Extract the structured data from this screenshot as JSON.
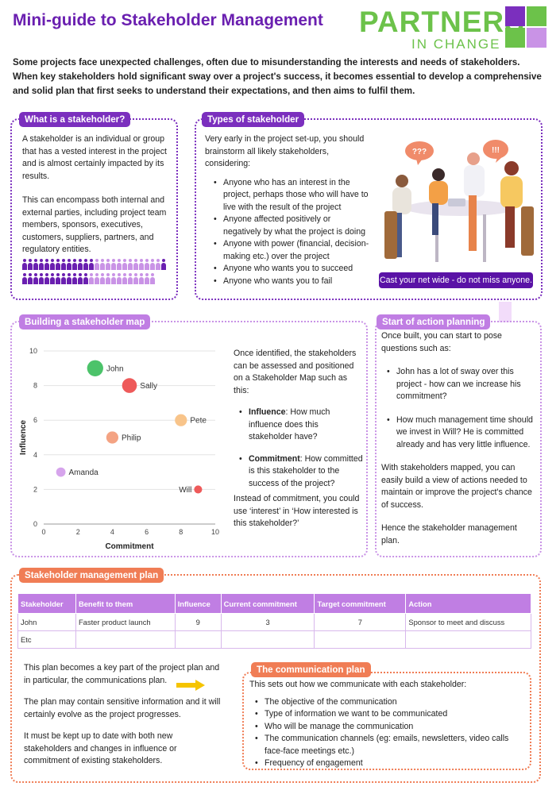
{
  "title": "Mini-guide to Stakeholder Management",
  "logo": {
    "word": "PARTNERS",
    "sub": "IN CHANGE",
    "colors": [
      "#7b2fbe",
      "#6cc24a",
      "#6cc24a",
      "#c993e6"
    ]
  },
  "intro": "Some projects face unexpected challenges, often due to misunderstanding the interests and needs of stakeholders. When key stakeholders hold significant sway over a project's success, it becomes essential to develop a comprehensive and solid plan that first seeks to understand their expectations, and then aims to fulfil them.",
  "what": {
    "tag": "What is a stakeholder?",
    "p1": "A stakeholder is an individual or group that has a vested interest in the project and is almost certainly impacted by its results.",
    "p2": "This can encompass both internal and external parties, including project team members, sponsors, executives, customers, suppliers, partners, and regulatory entities.",
    "people_icon": "people-row-icon"
  },
  "types": {
    "tag": "Types of stakeholder",
    "lead": "Very early in the project set-up, you should brainstorm all likely stakeholders, considering:",
    "items": [
      "Anyone who has an interest in the project, perhaps those who will have to live with the result of the project",
      "Anyone affected positively or negatively by what the project is doing",
      "Anyone with power (financial, decision-making etc.) over the project",
      "Anyone who wants you to succeed",
      "Anyone who wants you to fail"
    ],
    "bubble1": "???",
    "bubble2": "!!!",
    "banner": "Cast your net wide - do not miss anyone."
  },
  "map": {
    "tag": "Building a stakeholder map",
    "text1": "Once identified, the stakeholders can be assessed and positioned on a Stakeholder Map such as this:",
    "b1_bold": "Influence",
    "b1_rest": ": How much influence does this stakeholder have?",
    "b2_bold": "Commitment",
    "b2_rest": ": How committed is this stakeholder to the success of the project?",
    "text2": "Instead of commitment, you could use ‘interest’ in ‘How interested is this stakeholder?’"
  },
  "chart_data": {
    "type": "scatter",
    "xlabel": "Commitment",
    "ylabel": "Influence",
    "xlim": [
      0,
      10
    ],
    "ylim": [
      0,
      10
    ],
    "xticks": [
      "0",
      "2",
      "4",
      "6",
      "8",
      "10"
    ],
    "yticks": [
      "0",
      "2",
      "4",
      "6",
      "8",
      "10"
    ],
    "grid": "horizontal",
    "points": [
      {
        "name": "John",
        "x": 3,
        "y": 9,
        "size": 9,
        "color": "#4cc36a"
      },
      {
        "name": "Sally",
        "x": 5,
        "y": 8,
        "size": 8,
        "color": "#ee5a5a"
      },
      {
        "name": "Pete",
        "x": 8,
        "y": 6,
        "size": 6,
        "color": "#f8c48a"
      },
      {
        "name": "Philip",
        "x": 4,
        "y": 5,
        "size": 6,
        "color": "#f4a383"
      },
      {
        "name": "Amanda",
        "x": 1,
        "y": 3,
        "size": 4,
        "color": "#d6a4ec"
      },
      {
        "name": "Will",
        "x": 9,
        "y": 2,
        "size": 3,
        "color": "#ee5a5a"
      }
    ]
  },
  "action": {
    "tag": "Start of action planning",
    "lead": "Once built, you can start to pose questions such as:",
    "q1": "John has a lot of sway over this project - how can we increase his commitment?",
    "q2": "How much management time should we invest in Will? He is committed already and has very little influence.",
    "p2": "With stakeholders mapped, you can easily build a view of actions needed to maintain or improve the project's chance of success.",
    "p3": "Hence the stakeholder management plan."
  },
  "plan": {
    "tag": "Stakeholder management plan",
    "headers": [
      "Stakeholder",
      "Benefit to them",
      "Influence",
      "Current commitment",
      "Target commitment",
      "Action"
    ],
    "rows": [
      [
        "John",
        "Faster product launch",
        "9",
        "3",
        "7",
        "Sponsor to meet and discuss"
      ],
      [
        "Etc",
        "",
        "",
        "",
        "",
        ""
      ]
    ],
    "p1": "This plan becomes a key part of the project plan and in particular, the communications plan.",
    "p2": "The plan may contain sensitive information and it will certainly evolve as the project progresses.",
    "p3": "It must be kept up to date with both new stakeholders and changes in influence or commitment of existing stakeholders.",
    "arrow_color": "#f5c400"
  },
  "comm": {
    "tag": "The communication plan",
    "lead": "This sets out how we communicate with each stakeholder:",
    "items": [
      "The objective of the communication",
      "Type of information we want to be communicated",
      "Who will be manage the communication",
      "The communication channels (eg: emails, newsletters, video calls face-face meetings etc.)",
      "Frequency of engagement"
    ]
  }
}
